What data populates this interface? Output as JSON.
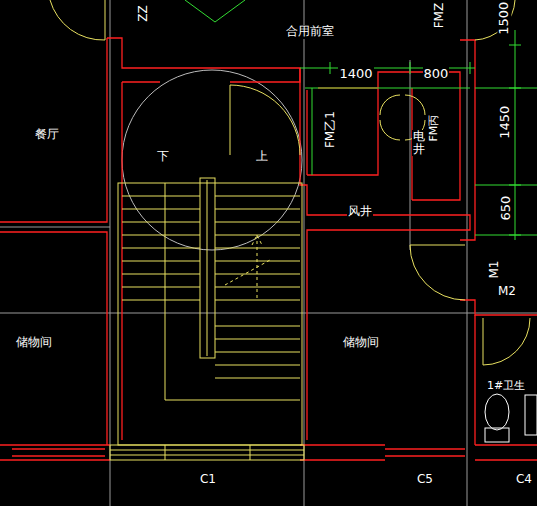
{
  "diagram": {
    "labels": [
      "ZZ",
      "合用前室",
      "FMZ",
      "1500",
      "1400",
      "800",
      "1450",
      "650",
      "FM乙1",
      "电井",
      "FM丙",
      "餐厅",
      "下",
      "上",
      "风井",
      "M1",
      "M2",
      "储物间",
      "储物间",
      "1#卫生",
      "C1",
      "C5",
      "C4"
    ]
  }
}
